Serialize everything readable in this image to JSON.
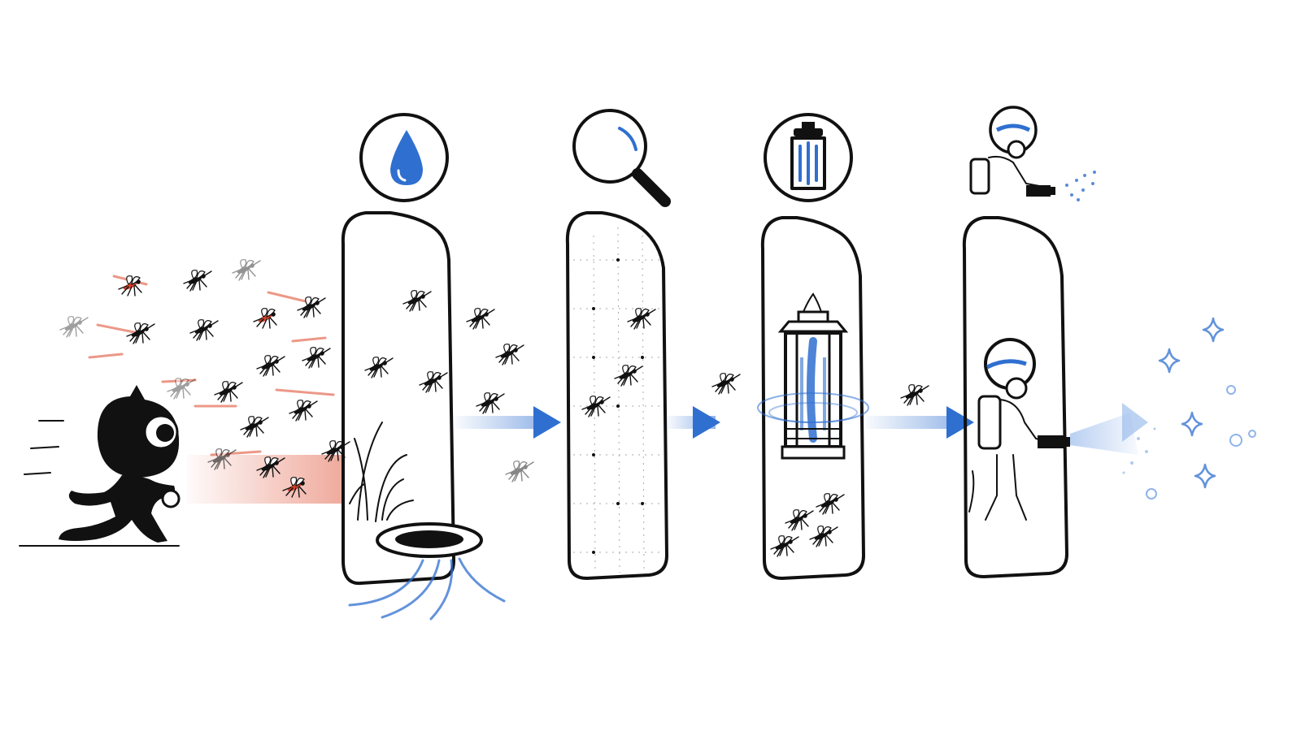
{
  "scene": {
    "colors": {
      "ink": "#111111",
      "accent_blue": "#2f6fd0",
      "light_blue": "#8fb4ea",
      "swarm_red": "#e0553a",
      "background": "#ffffff"
    },
    "character": {
      "icon": "running-character-icon",
      "state": "fleeing"
    },
    "swarm": {
      "icon": "mosquito-icon",
      "trail_color": "#e0553a"
    },
    "stages": [
      {
        "id": "drain",
        "icon": "water-drop-icon",
        "panel": "standing-water-drain-panel"
      },
      {
        "id": "screen",
        "icon": "magnifying-glass-icon",
        "panel": "window-screen-panel"
      },
      {
        "id": "trap",
        "icon": "lantern-trap-icon",
        "panel": "uv-lantern-trap-panel"
      },
      {
        "id": "spray",
        "icon": "sprayer-worker-icon",
        "panel": "fogging-worker-panel"
      }
    ],
    "outcome": {
      "icon": "sparkle-icon",
      "state": "clean"
    }
  }
}
